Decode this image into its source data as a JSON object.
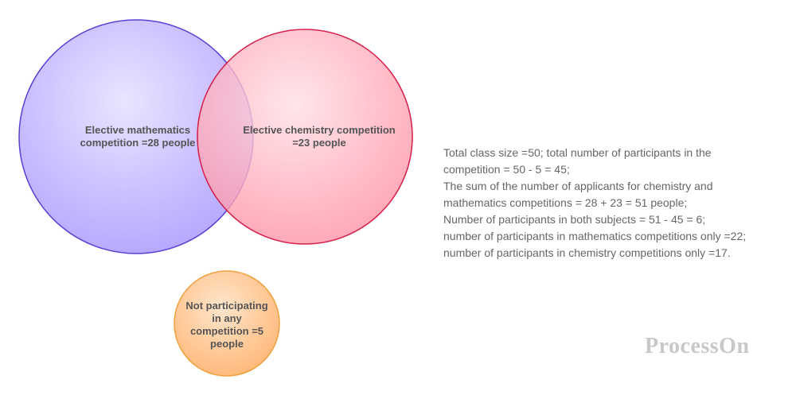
{
  "colors": {
    "math_fill": "#b3a6ff",
    "math_stroke": "#5b3fd6",
    "chem_fill": "#ff9aaa",
    "chem_stroke": "#d6204a",
    "none_fill": "#ffc590",
    "none_stroke": "#f0a13e",
    "label_text": "#555555",
    "explain_text": "#666666",
    "watermark": "#c8c8c8"
  },
  "circles": {
    "math_label_line1": "Elective mathematics",
    "math_label_line2": "competition =28 people",
    "chem_label_line1": "Elective chemistry competition",
    "chem_label_line2": "=23 people",
    "none_label_line1": "Not participating",
    "none_label_line2": "in any",
    "none_label_line3": "competition =5",
    "none_label_line4": "people"
  },
  "explanation": {
    "line1": "Total class size =50; total number of participants in the",
    "line2": "competition = 50 - 5 = 45;",
    "line3": "The sum of the number of applicants for chemistry and",
    "line4": "mathematics competitions = 28 + 23 = 51 people;",
    "line5": "Number of participants in both subjects = 51 - 45 = 6;",
    "line6": "number of participants in mathematics competitions only =22;",
    "line7": "number of participants in chemistry competitions only =17."
  },
  "watermark": "ProcessOn"
}
